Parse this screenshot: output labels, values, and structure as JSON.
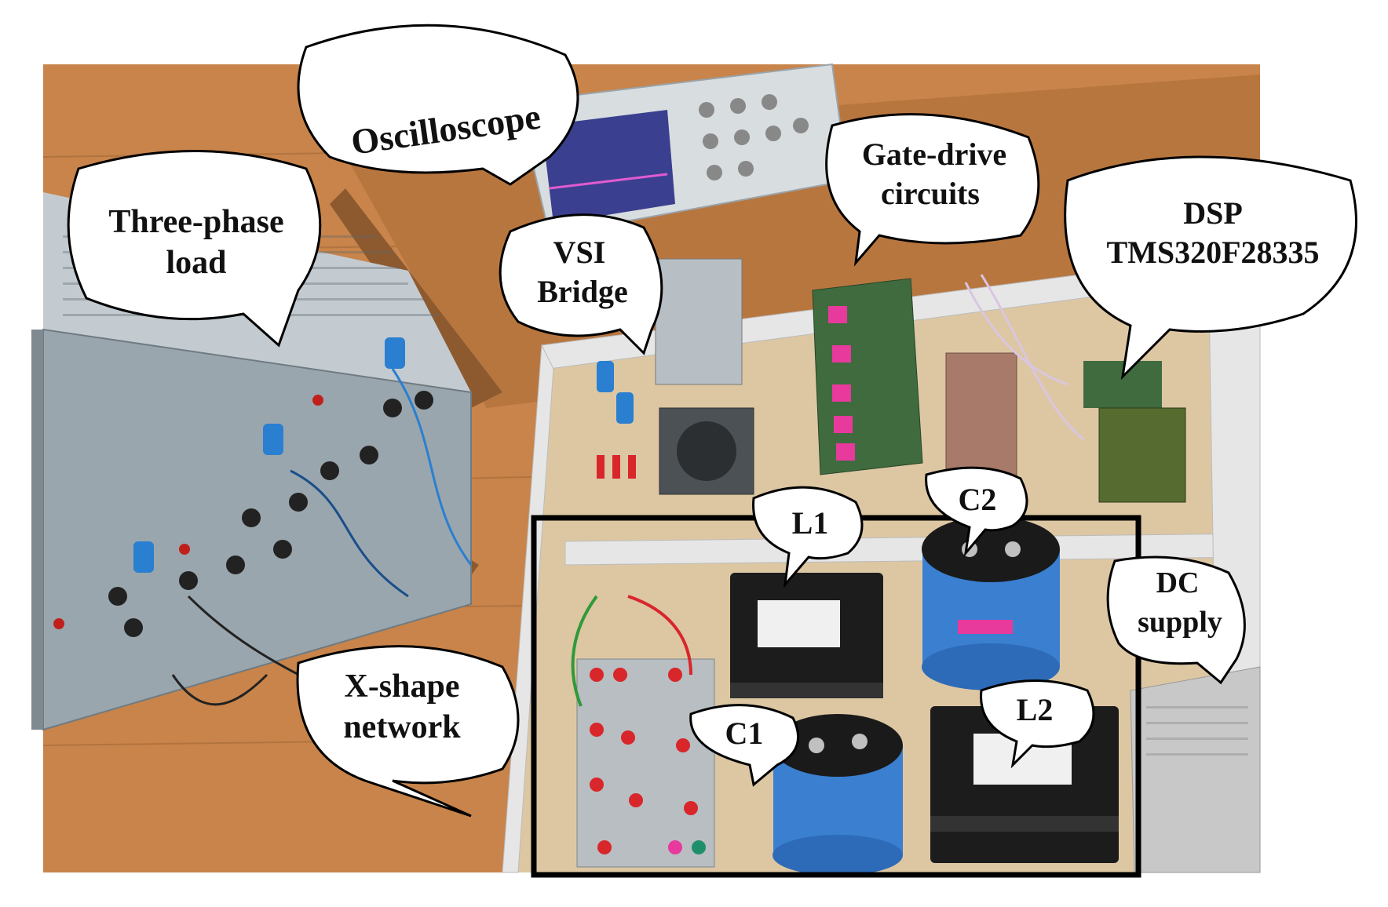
{
  "figure": {
    "labels": {
      "oscilloscope": "Oscilloscope",
      "three_phase_load": [
        "Three-phase",
        "load"
      ],
      "vsi_bridge": [
        "VSI",
        "Bridge"
      ],
      "gate_drive": [
        "Gate-drive",
        "circuits"
      ],
      "dsp": [
        "DSP",
        "TMS320F28335"
      ],
      "x_shape_network": [
        "X-shape",
        "network"
      ],
      "l1": "L1",
      "l2": "L2",
      "c1": "C1",
      "c2": "C2",
      "dc_supply": [
        "DC",
        "supply"
      ]
    },
    "colors": {
      "wood_floor": "#c8844a",
      "wood_dark": "#a9683a",
      "load_box": "#9aa6ad",
      "board_base": "#ddc7a3",
      "trunking": "#e6e6e6",
      "pcb_green": "#3f6b3e",
      "capacitor_blue": "#3a7fd0",
      "inductor_black": "#1c1c1c",
      "highlight_box": "#000000",
      "pink_tag": "#e8399c",
      "red_terminal": "#d8262b"
    }
  }
}
